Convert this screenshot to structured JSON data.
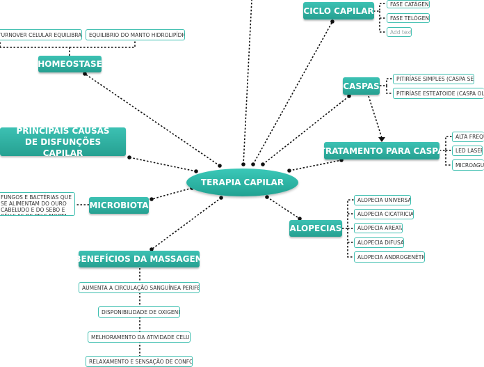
{
  "center": "TERAPIA CAPILAR",
  "topics": {
    "ciclo": "CICLO CAPILAR",
    "homeostase": "HOMEOSTASE",
    "caspas": "CASPAS",
    "causas": "PRINCIPAIS CAUSAS DE DISFUNÇÕES CAPILAR",
    "tratamento": "TRATAMENTO PARA CASPA",
    "microbiota": "MICROBIOTA",
    "alopecias": "ALOPECIAS",
    "beneficios": "BENEFÍCIOS DA MASSAGEM"
  },
  "ciclo_items": [
    "FASE CATÁGENA",
    "FASE TELÓGENA",
    "Add text"
  ],
  "homeostase_items": [
    "TURNOVER CELULAR EQUILIBRADO",
    "EQUILIBRIO DO MANTO HIDROLIPÍDICO"
  ],
  "caspas_items": [
    "PITIRÍASE SIMPLES (CASPA SECA)",
    "PITIRÍASE ESTEATOIDE (CASPA OLEOSA)"
  ],
  "tratamento_items": [
    "ALTA FREQUÊNCIA",
    "LED LASER",
    "MICROAGULHAMENTO"
  ],
  "microbiota_items": [
    "FUNGOS E BACTÉRIAS QUE SE ALIMENTAM DO OURO CABELUDO E DO SEBO E CÉLULAS DE PELE MORTA"
  ],
  "alopecias_items": [
    "ALOPECIA UNIVERSAL",
    "ALOPECIA CICATRICIAL",
    "ALOPECIA AREATA",
    "ALOPECIA DIFUSA",
    "ALOPECIA ANDROGENÉTICA"
  ],
  "beneficios_items": [
    "AUMENTA A CIRCULAÇÃO SANGUÍNEA PERIFÉRICA",
    "DISPONIBILIDADE DE OXIGENIO",
    "MELHORAMENTO DA ATIVIDADE CELULAR",
    "RELAXAMENTO E SENSAÇÃO DE CONFORTO"
  ],
  "colors": {
    "accent": "#2bb3a3",
    "accent_dark": "#22a292",
    "line": "#111111"
  }
}
